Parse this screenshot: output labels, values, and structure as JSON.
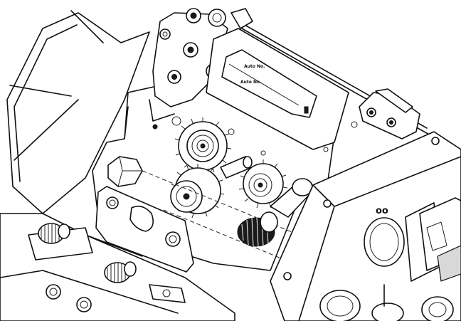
{
  "display": {
    "line_1": "Auto No.",
    "line_2": "Auto No."
  },
  "panel": {
    "symbol": "oo"
  },
  "colors": {
    "line": "#111111",
    "background": "#ffffff",
    "knob": "#1a1a1a"
  },
  "icons": [
    "wire-feed-gear-icon",
    "knurled-knob-icon",
    "display-window-icon",
    "hinge-icon"
  ]
}
